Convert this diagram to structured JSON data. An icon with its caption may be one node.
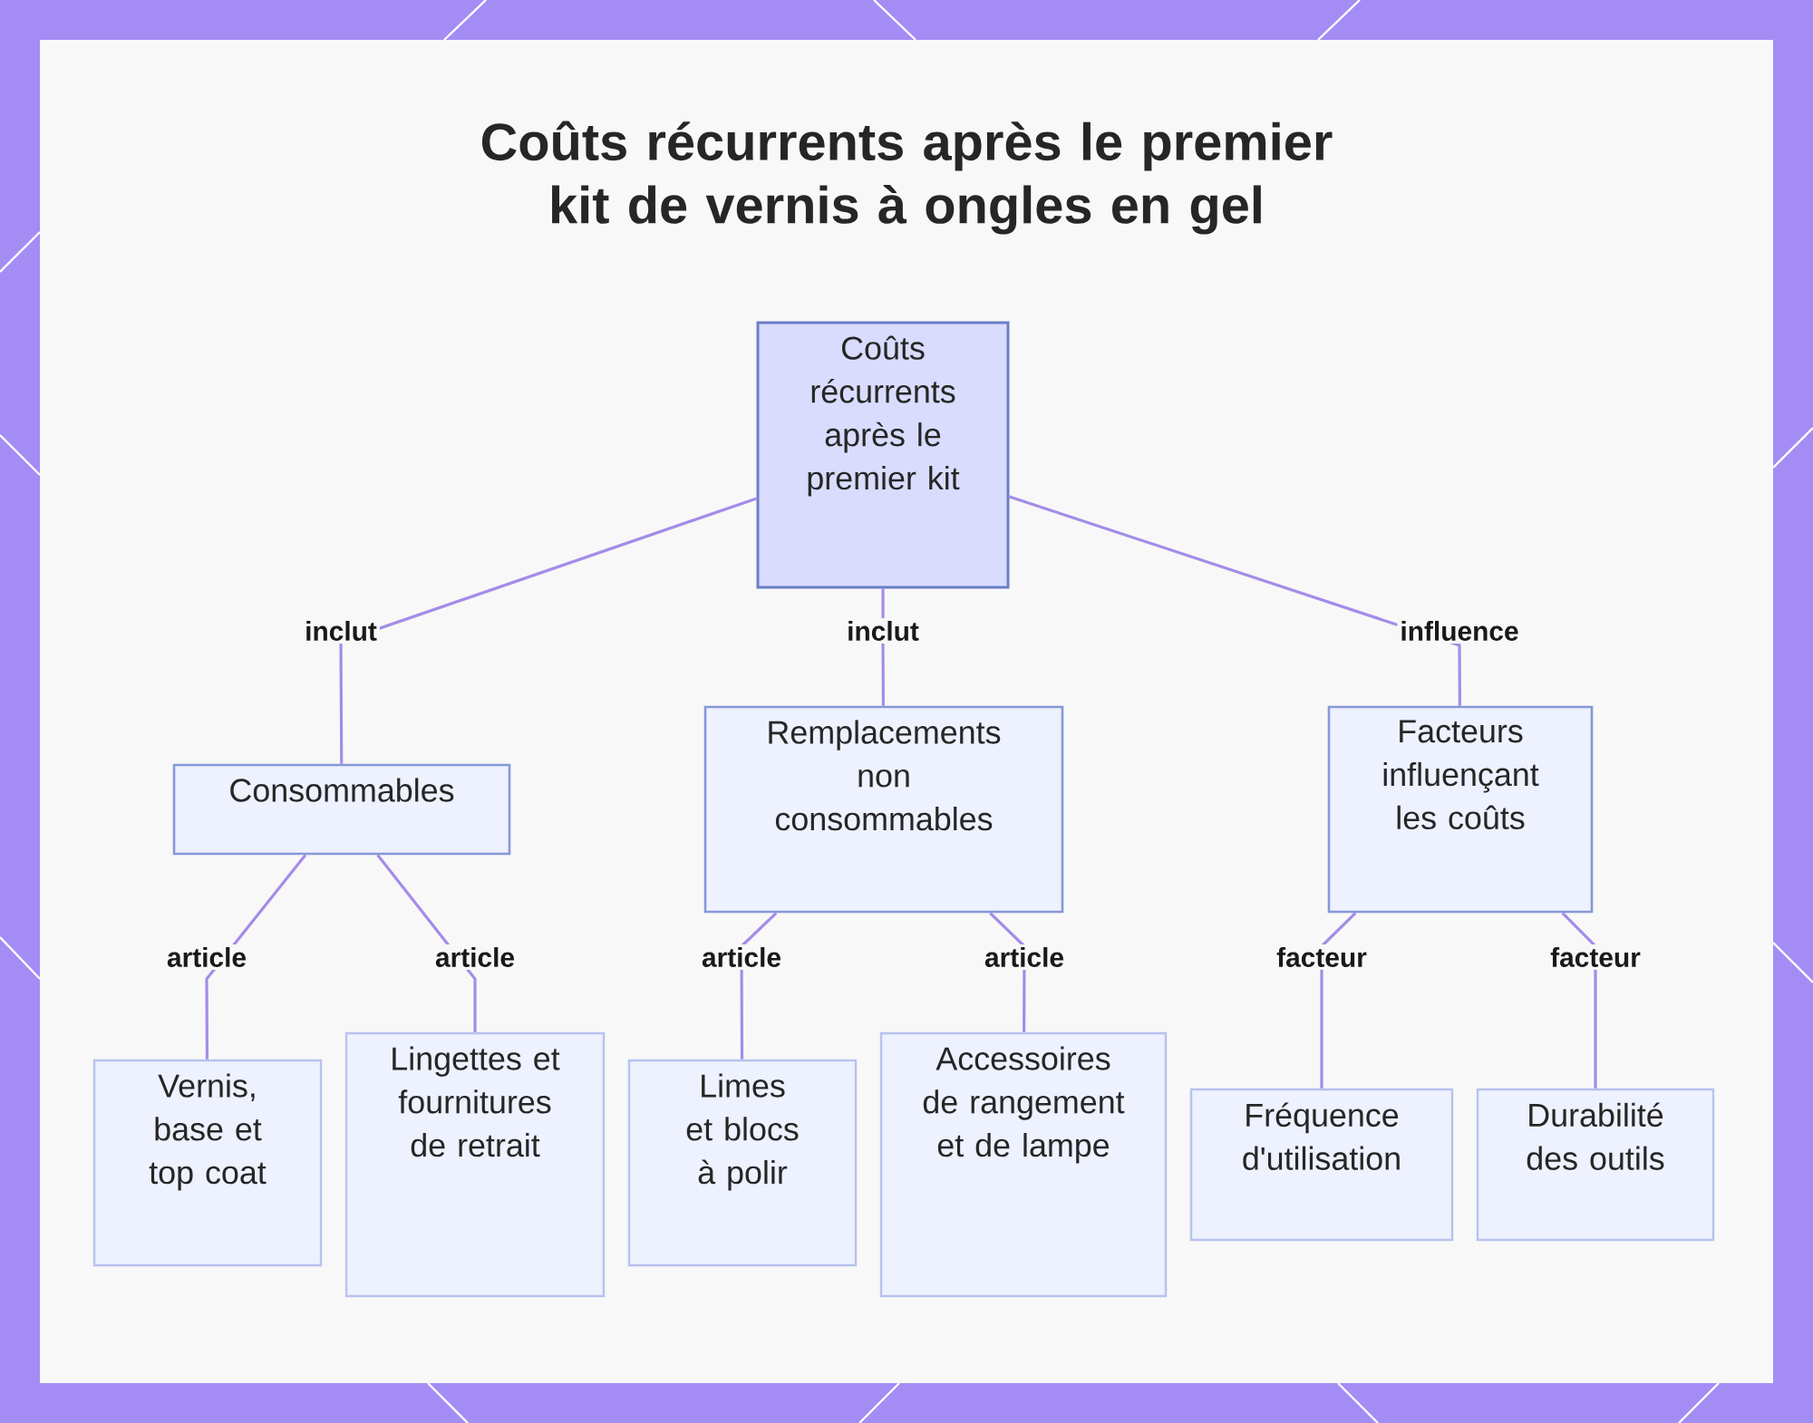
{
  "diagram": {
    "title": "Coûts récurrents après le premier kit de vernis à ongles en gel",
    "nodes": [
      {
        "text": [
          "Coûts récurrents après le premier kit"
        ]
      },
      {
        "text": [
          "Consommables"
        ]
      },
      {
        "text": [
          "Remplacements non consommables"
        ]
      },
      {
        "text": [
          "Facteurs influençant les coûts"
        ]
      },
      {
        "text": [
          "Vernis, base et top coat"
        ]
      },
      {
        "text": [
          "Lingettes et fournitures de retrait"
        ]
      },
      {
        "text": [
          "Limes et blocs à polir"
        ]
      },
      {
        "text": [
          "Accessoires de rangement et de lampe"
        ]
      },
      {
        "text": [
          "Fréquence d'utilisation"
        ]
      },
      {
        "text": [
          "Durabilité des outils"
        ]
      }
    ],
    "edges": [
      {
        "from": 0,
        "to": 1,
        "arrow": "none",
        "label": "inclut"
      },
      {
        "from": 0,
        "to": 2,
        "arrow": "none",
        "label": "inclut"
      },
      {
        "from": 0,
        "to": 3,
        "arrow": "none",
        "label": "influence"
      },
      {
        "from": 1,
        "to": 4,
        "arrow": "none",
        "label": "article"
      },
      {
        "from": 1,
        "to": 5,
        "arrow": "none",
        "label": "article"
      },
      {
        "from": 2,
        "to": 6,
        "arrow": "none",
        "label": "article"
      },
      {
        "from": 2,
        "to": 7,
        "arrow": "none",
        "label": "article"
      },
      {
        "from": 3,
        "to": 8,
        "arrow": "none",
        "label": "facteur"
      },
      {
        "from": 3,
        "to": 9,
        "arrow": "none",
        "label": "facteur"
      }
    ]
  }
}
